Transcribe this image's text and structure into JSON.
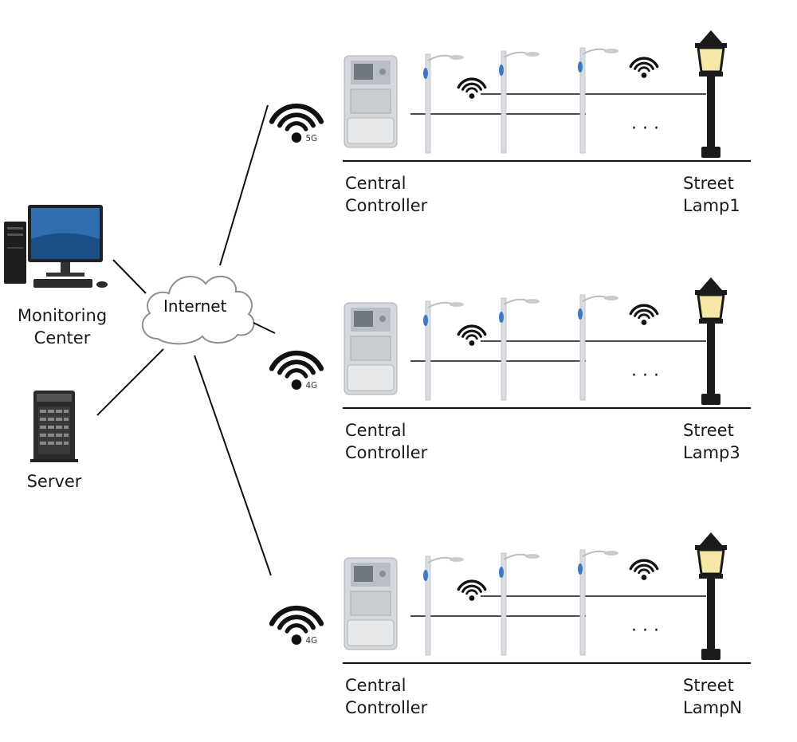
{
  "left": {
    "monitoring": [
      "Monitoring",
      "Center"
    ],
    "server": "Server",
    "cloud": "Internet"
  },
  "rows": [
    {
      "controller": [
        "Central",
        "Controller"
      ],
      "signal": "5G",
      "lamp": [
        "Street",
        "Lamp1"
      ]
    },
    {
      "controller": [
        "Central",
        "Controller"
      ],
      "signal": "4G",
      "lamp": [
        "Street",
        "Lamp3"
      ]
    },
    {
      "controller": [
        "Central",
        "Controller"
      ],
      "signal": "4G",
      "lamp": [
        "Street",
        "LampN"
      ]
    }
  ],
  "ellipsis": "· · ·",
  "colors": {
    "line": "#111111",
    "lamp_body": "#1b1b1b",
    "lamp_glow": "#f6e7a8",
    "pole": "#d9dde0",
    "pole_accent": "#3b78c6",
    "meter": "#d5d8dc"
  }
}
